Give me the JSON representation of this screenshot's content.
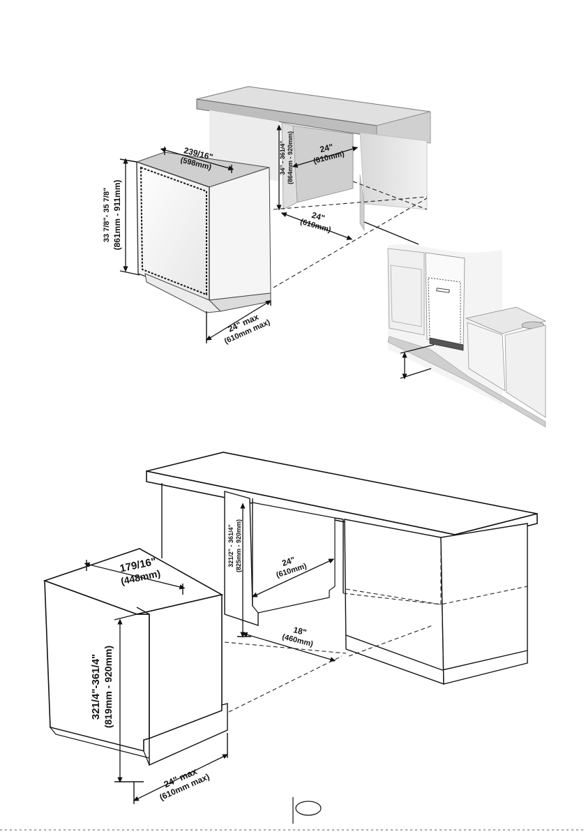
{
  "top": {
    "width": {
      "main": "239/16\"",
      "metric": "(598mm)"
    },
    "height": {
      "main": "33 7/8\"- 35 7/8\"",
      "metric": "(861mm - 911mm)"
    },
    "niche_height": {
      "main": "34\" - 361/4\"",
      "metric": "(864mm - 920mm)"
    },
    "niche_width": {
      "main": "24\"",
      "metric": "(610mm)"
    },
    "niche_depth": {
      "main": "24\"",
      "metric": "(610mm)"
    },
    "depth": {
      "main": "24\" max",
      "metric": "(610mm max)"
    }
  },
  "bottom": {
    "width": {
      "main": "179/16\"",
      "metric": "(448mm)"
    },
    "height": {
      "main": "321/4\"-361/4\"",
      "metric": "(819mm - 920mm)"
    },
    "niche_height": {
      "main": "321/2\" - 361/4\"",
      "metric": "(825mm - 920mm)"
    },
    "niche_width": {
      "main": "24\"",
      "metric": "(610mm)"
    },
    "niche_depth": {
      "main": "18\"",
      "metric": "(460mm)"
    },
    "depth": {
      "main": "24\" max",
      "metric": "(610mm max)"
    }
  }
}
